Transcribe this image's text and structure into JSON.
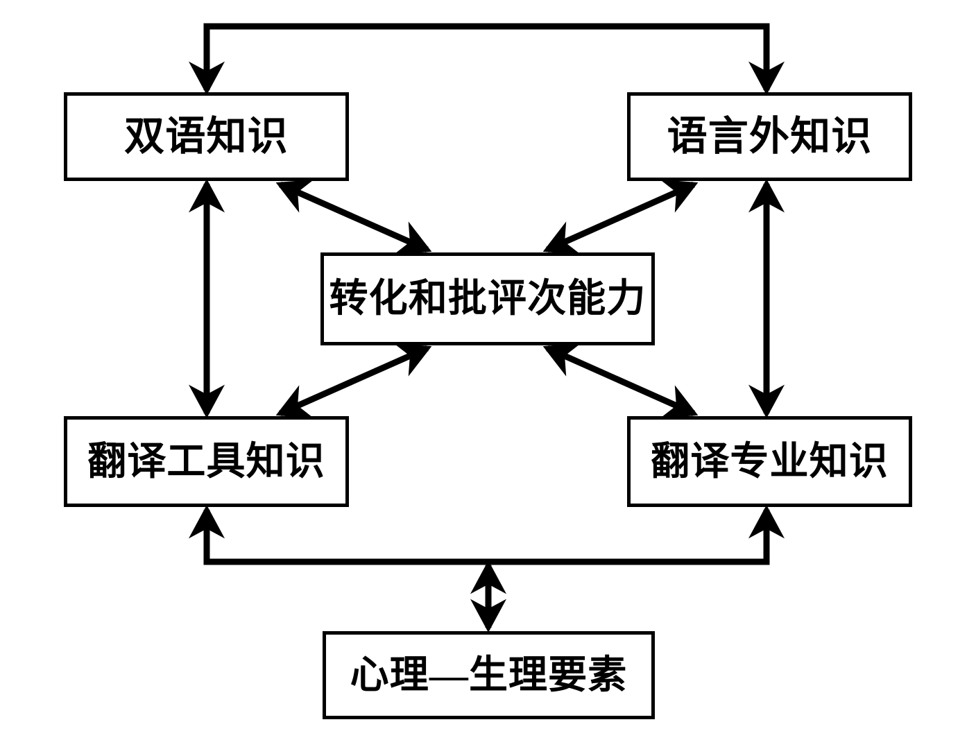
{
  "diagram": {
    "type": "flow-diagram",
    "background_color": "#ffffff",
    "line_color": "#000000",
    "nodes": [
      {
        "id": "bilingual",
        "label": "双语知识",
        "position": "top-left"
      },
      {
        "id": "extralinguistic",
        "label": "语言外知识",
        "position": "top-right"
      },
      {
        "id": "transfer",
        "label": "转化和批评次能力",
        "position": "center"
      },
      {
        "id": "tools",
        "label": "翻译工具知识",
        "position": "bottom-left"
      },
      {
        "id": "professional",
        "label": "翻译专业知识",
        "position": "bottom-right"
      },
      {
        "id": "psycho",
        "label": "心理—生理要素",
        "position": "bottom-center"
      }
    ],
    "connectors": [
      {
        "id": "top-bracket",
        "from": "transfer-top-bus",
        "to": [
          "bilingual",
          "extralinguistic"
        ],
        "arrowheads": "both-ends-down"
      },
      {
        "id": "left-vertical",
        "from": "bilingual",
        "to": "tools",
        "arrowheads": "double"
      },
      {
        "id": "right-vertical",
        "from": "extralinguistic",
        "to": "professional",
        "arrowheads": "double"
      },
      {
        "id": "bilingual-transfer",
        "from": "bilingual",
        "to": "transfer",
        "arrowheads": "double"
      },
      {
        "id": "extralinguistic-transfer",
        "from": "extralinguistic",
        "to": "transfer",
        "arrowheads": "double"
      },
      {
        "id": "tools-transfer",
        "from": "tools",
        "to": "transfer",
        "arrowheads": "double"
      },
      {
        "id": "professional-transfer",
        "from": "professional",
        "to": "transfer",
        "arrowheads": "double"
      },
      {
        "id": "bottom-bracket",
        "from": "psycho-bus",
        "to": [
          "tools",
          "professional"
        ],
        "arrowheads": "both-ends-up"
      },
      {
        "id": "psycho-vertical",
        "from": "psycho",
        "to": "bottom-bracket",
        "arrowheads": "double"
      }
    ]
  }
}
